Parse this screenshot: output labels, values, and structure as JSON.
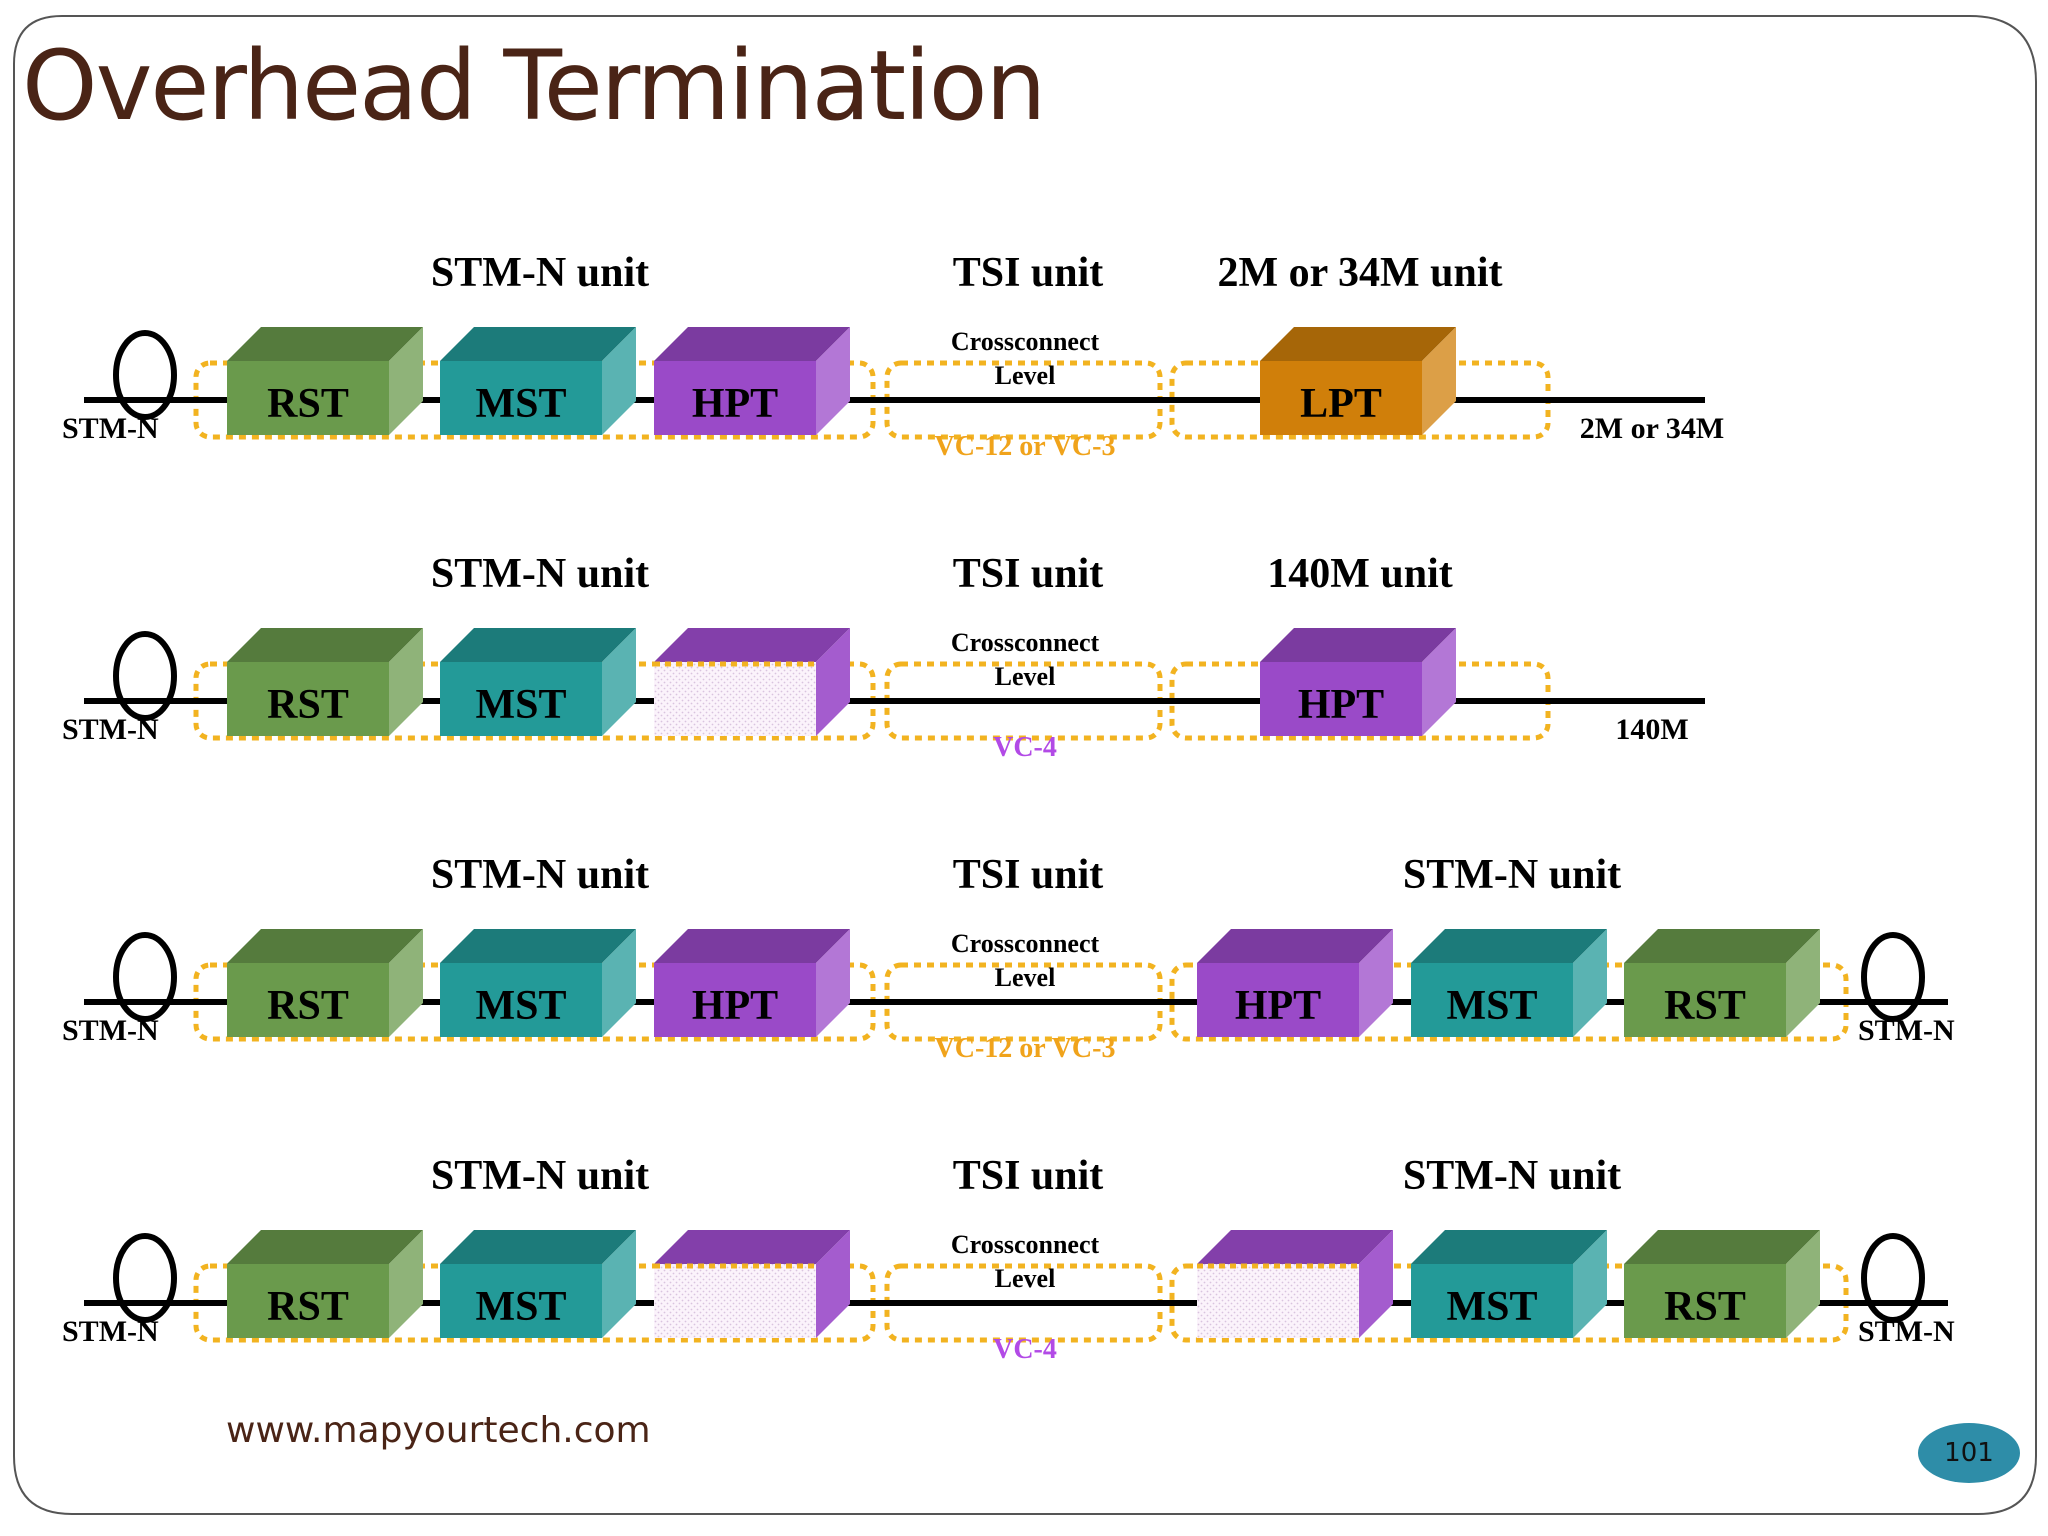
{
  "title": "Overhead Termination",
  "footer": {
    "url": "www.mapyourtech.com",
    "page_number": "101"
  },
  "colors": {
    "title": "#4a2416",
    "dashed_outline": "#f2b320",
    "line": "#000000",
    "RST": "#6a9a4c",
    "MST": "#239a98",
    "HPT": "#9a4ac8",
    "LPT": "#d07f0a",
    "vc_orange": "#f0a31b",
    "vc_purple": "#b24ae6",
    "page_badge": "#2e8da8"
  },
  "rows": [
    {
      "unit_labels": [
        "STM-N unit",
        "TSI unit",
        "2M or 34M unit"
      ],
      "crossconnect": [
        "Crossconnect",
        "Level"
      ],
      "vc_label": "VC-12 or VC-3",
      "vc_color": "orange",
      "left_io": "STM-N",
      "right_io": "2M or 34M",
      "blocks": [
        {
          "label": "RST",
          "type": "RST"
        },
        {
          "label": "MST",
          "type": "MST"
        },
        {
          "label": "HPT",
          "type": "HPT"
        },
        {
          "label": "LPT",
          "type": "LPT"
        }
      ]
    },
    {
      "unit_labels": [
        "STM-N unit",
        "TSI unit",
        "140M unit"
      ],
      "crossconnect": [
        "Crossconnect",
        "Level"
      ],
      "vc_label": "VC-4",
      "vc_color": "purple",
      "left_io": "STM-N",
      "right_io": "140M",
      "blocks": [
        {
          "label": "RST",
          "type": "RST"
        },
        {
          "label": "MST",
          "type": "MST"
        },
        {
          "label": "",
          "type": "GHOST"
        },
        {
          "label": "HPT",
          "type": "HPT"
        }
      ]
    },
    {
      "unit_labels": [
        "STM-N unit",
        "TSI unit",
        "STM-N unit"
      ],
      "crossconnect": [
        "Crossconnect",
        "Level"
      ],
      "vc_label": "VC-12 or VC-3",
      "vc_color": "orange",
      "left_io": "STM-N",
      "right_io": "STM-N",
      "blocks": [
        {
          "label": "RST",
          "type": "RST"
        },
        {
          "label": "MST",
          "type": "MST"
        },
        {
          "label": "HPT",
          "type": "HPT"
        },
        {
          "label": "HPT",
          "type": "HPT"
        },
        {
          "label": "MST",
          "type": "MST"
        },
        {
          "label": "RST",
          "type": "RST"
        }
      ]
    },
    {
      "unit_labels": [
        "STM-N unit",
        "TSI unit",
        "STM-N unit"
      ],
      "crossconnect": [
        "Crossconnect",
        "Level"
      ],
      "vc_label": "VC-4",
      "vc_color": "purple",
      "left_io": "STM-N",
      "right_io": "STM-N",
      "blocks": [
        {
          "label": "RST",
          "type": "RST"
        },
        {
          "label": "MST",
          "type": "MST"
        },
        {
          "label": "",
          "type": "GHOST"
        },
        {
          "label": "",
          "type": "GHOST"
        },
        {
          "label": "MST",
          "type": "MST"
        },
        {
          "label": "RST",
          "type": "RST"
        }
      ]
    }
  ]
}
